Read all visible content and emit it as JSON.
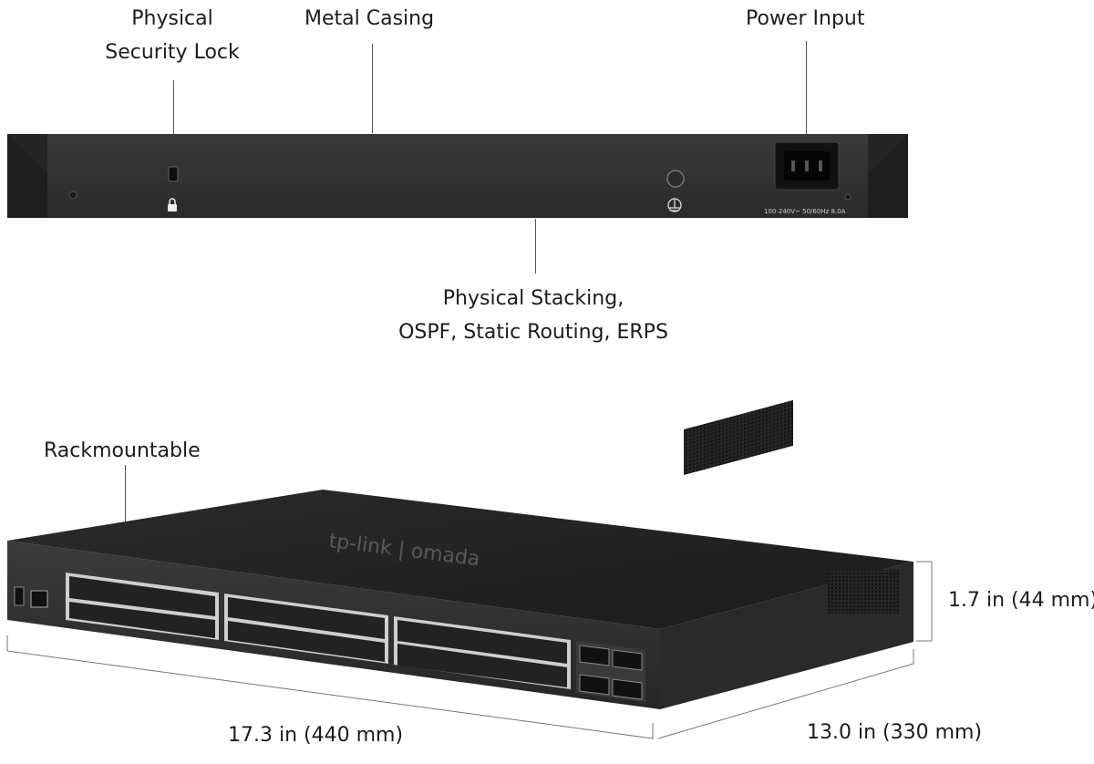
{
  "callouts": {
    "security_lock": [
      "Physical",
      "Security Lock"
    ],
    "metal_casing": "Metal Casing",
    "power_input": "Power Input",
    "stacking": [
      "Physical Stacking,",
      "OSPF, Static Routing, ERPS"
    ],
    "rackmountable": "Rackmountable"
  },
  "rear_panel": {
    "power_rating": "100-240V~ 50/60Hz 8.0A"
  },
  "front_panel": {
    "brand": "tp-link | omada"
  },
  "dimensions": {
    "height": "1.7 in (44 mm)",
    "width": "17.3 in (440 mm)",
    "depth": "13.0  in (330 mm)"
  }
}
